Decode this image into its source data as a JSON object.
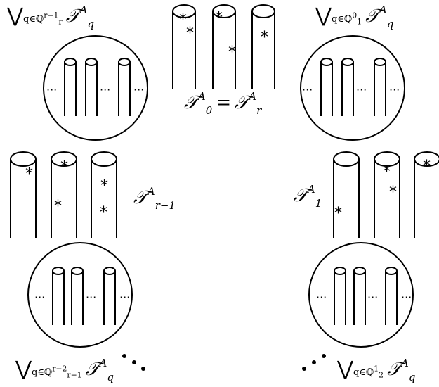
{
  "labels": {
    "top_left": {
      "vee": "⋁",
      "sub": "q∈ℚ",
      "sub_sup": "r−1",
      "sub_sub": "r",
      "T": "𝒯",
      "T_sub": "q",
      "T_sup": "A"
    },
    "top_center": {
      "text_left": "𝒯",
      "left_sub": "0",
      "left_sup": "A",
      "eq": "=",
      "text_right": "𝒯",
      "right_sub": "r",
      "right_sup": "A"
    },
    "top_right": {
      "vee": "⋁",
      "sub": "q∈ℚ",
      "sub_sup": "0",
      "sub_sub": "1",
      "T": "𝒯",
      "T_sub": "q",
      "T_sup": "A"
    },
    "mid_left": {
      "T": "𝒯",
      "T_sub": "r−1",
      "T_sup": "A"
    },
    "mid_right": {
      "T": "𝒯",
      "T_sub": "1",
      "T_sup": "A"
    },
    "bottom_left": {
      "vee": "⋁",
      "sub": "q∈ℚ",
      "sub_sup": "r−2",
      "sub_sub": "r−1",
      "T": "𝒯",
      "T_sub": "q",
      "T_sup": "A"
    },
    "bottom_right": {
      "vee": "⋁",
      "sub": "q∈ℚ",
      "sub_sup": "1",
      "sub_sub": "2",
      "T": "𝒯",
      "T_sub": "q",
      "T_sup": "A"
    }
  },
  "glyphs": {
    "star": "*",
    "ellipsis": "···"
  }
}
